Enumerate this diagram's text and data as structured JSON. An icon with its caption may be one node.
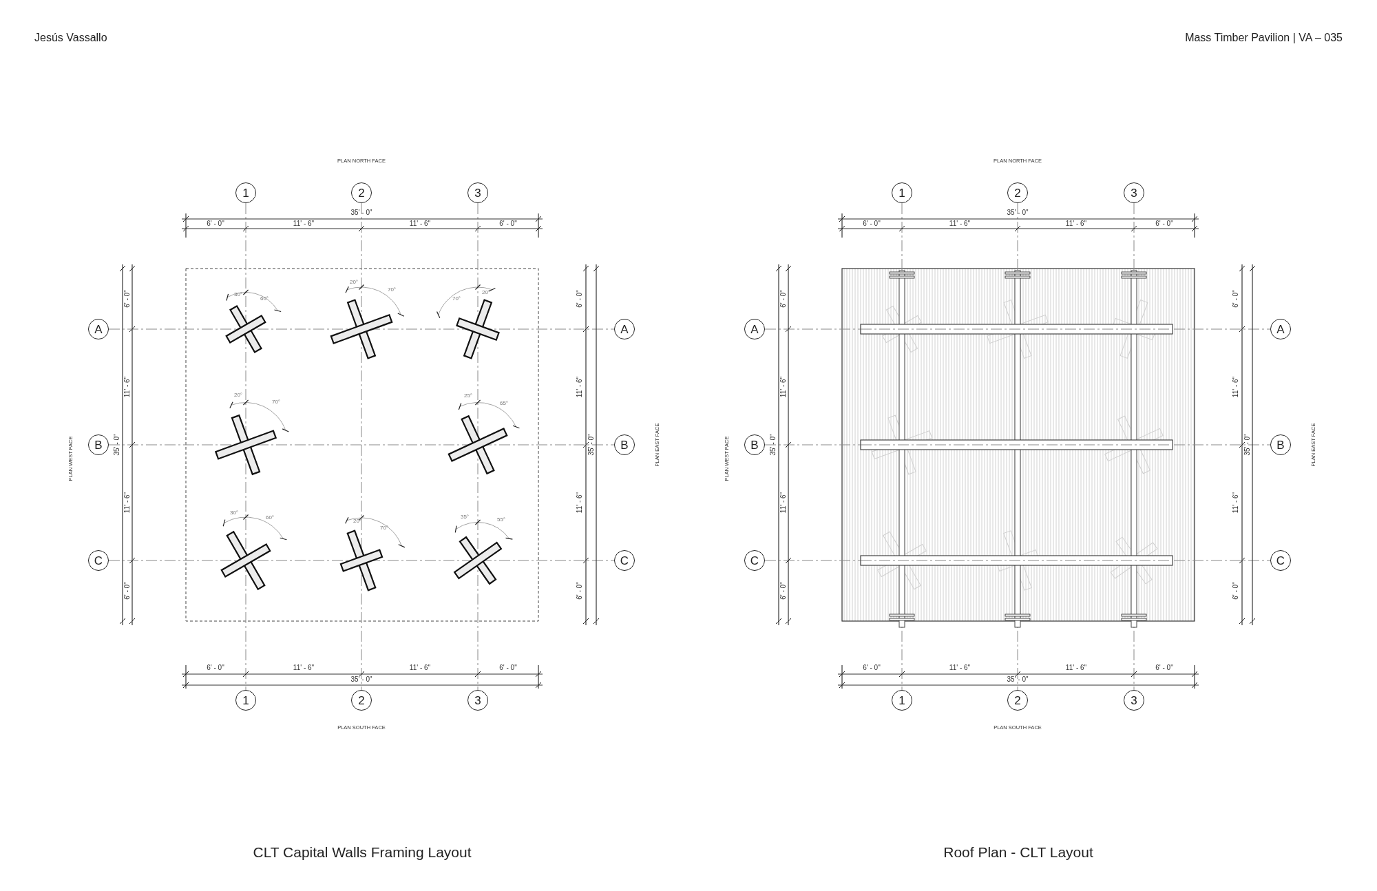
{
  "diagram": {
    "nodes": [
      {
        "text": [
          "1"
        ]
      },
      {
        "text": [
          "2"
        ]
      },
      {
        "text": [
          "3"
        ]
      },
      {
        "text": [
          "A"
        ]
      },
      {
        "text": [
          "A"
        ]
      },
      {
        "text": [
          "B"
        ]
      },
      {
        "text": [
          "B"
        ]
      },
      {
        "text": [
          "C"
        ]
      },
      {
        "text": [
          "C"
        ]
      },
      {
        "text": [
          "1"
        ]
      },
      {
        "text": [
          "2"
        ]
      },
      {
        "text": [
          "3"
        ]
      },
      {
        "text": [
          "1"
        ]
      },
      {
        "text": [
          "2"
        ]
      },
      {
        "text": [
          "3"
        ]
      },
      {
        "text": [
          "A"
        ]
      },
      {
        "text": [
          "A"
        ]
      },
      {
        "text": [
          "B"
        ]
      },
      {
        "text": [
          "B"
        ]
      },
      {
        "text": [
          "C"
        ]
      },
      {
        "text": [
          "C"
        ]
      },
      {
        "text": [
          "1"
        ]
      },
      {
        "text": [
          "2"
        ]
      },
      {
        "text": [
          "3"
        ]
      }
    ],
    "edges": [],
    "labels": [
      "Jesús Vassallo",
      "Mass Timber Pavilion | VA – 035",
      "PLAN NORTH FACE",
      "35' - 0\"",
      "6' - 0\"",
      "11' - 6\"",
      "11' - 6\"",
      "6' - 0\"",
      "30°",
      "60°",
      "20°",
      "70°",
      "70°",
      "20°",
      "6' - 0\"",
      "11' - 6\"",
      "35' - 0\"",
      "11' - 6\"",
      "6' - 0\"",
      "PLAN WEST FACE",
      "20°",
      "70°",
      "25°",
      "65°",
      "6' - 0\"",
      "11' - 6\"",
      "35' - 0\"",
      "11' - 6\"",
      "6' - 0\"",
      "PLAN EAST FACE",
      "30°",
      "60°",
      "20°",
      "70°",
      "35°",
      "55°",
      "6' - 0\"",
      "11' - 6\"",
      "11' - 6\"",
      "6' - 0\"",
      "35' - 0\"",
      "PLAN SOUTH FACE",
      "CLT Capital Walls Framing Layout",
      "PLAN NORTH FACE",
      "35' - 0\"",
      "6' - 0\"",
      "11' - 6\"",
      "11' - 6\"",
      "6' - 0\"",
      "6' - 0\"",
      "11' - 6\"",
      "35' - 0\"",
      "11' - 6\"",
      "6' - 0\"",
      "PLAN WEST FACE",
      "6' - 0\"",
      "11' - 6\"",
      "35' - 0\"",
      "11' - 6\"",
      "6' - 0\"",
      "PLAN EAST FACE",
      "6' - 0\"",
      "11' - 6\"",
      "11' - 6\"",
      "6' - 0\"",
      "35' - 0\"",
      "PLAN SOUTH FACE",
      "Roof Plan - CLT Layout"
    ]
  }
}
